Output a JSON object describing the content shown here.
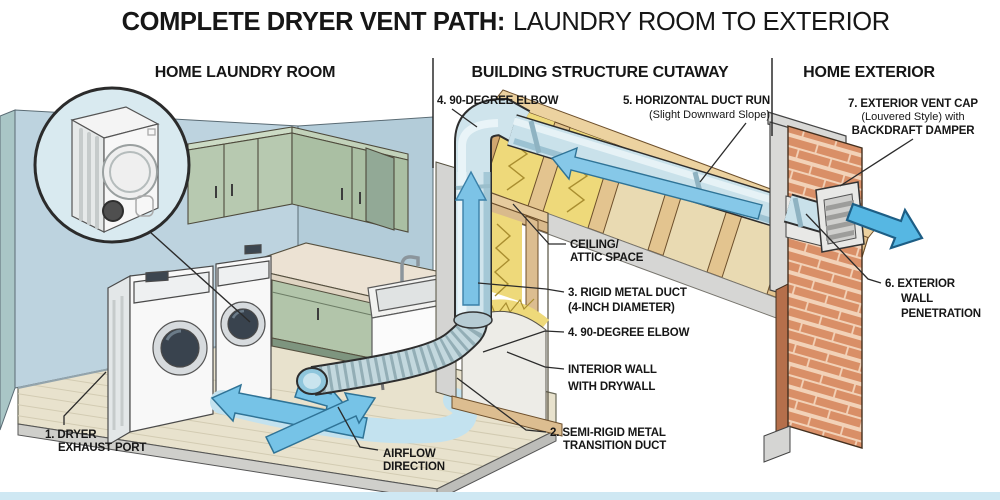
{
  "title": {
    "bold": "COMPLETE DRYER VENT PATH:",
    "regular": "LAUNDRY ROOM TO EXTERIOR"
  },
  "sections": {
    "laundry": "HOME LAUNDRY ROOM",
    "cutaway": "BUILDING STRUCTURE CUTAWAY",
    "exterior": "HOME EXTERIOR"
  },
  "labels": {
    "elbow_top": {
      "line1": "4. 90-DEGREE ELBOW"
    },
    "horizontal_run": {
      "line1": "5. HORIZONTAL DUCT RUN",
      "line2": "(Slight Downward Slope)"
    },
    "vent_cap": {
      "line1": "7. EXTERIOR VENT CAP",
      "line2": "(Louvered Style) with",
      "line3": "BACKDRAFT DAMPER"
    },
    "ceiling": {
      "line1": "CEILING/",
      "line2": "ATTIC SPACE"
    },
    "rigid_duct": {
      "line1": "3. RIGID METAL DUCT",
      "line2": "(4-INCH DIAMETER)"
    },
    "elbow_lower": {
      "line1": "4. 90-DEGREE ELBOW"
    },
    "interior_wall": {
      "line1": "INTERIOR WALL",
      "line2": "WITH DRYWALL"
    },
    "wall_penetration": {
      "line1": "6. EXTERIOR",
      "line2": "WALL",
      "line3": "PENETRATION"
    },
    "exhaust_port": {
      "line1": "1. DRYER",
      "line2": "EXHAUST PORT"
    },
    "airflow": {
      "line1": "AIRFLOW",
      "line2": "DIRECTION"
    },
    "transition_duct": {
      "line1": "2. SEMI-RIGID METAL",
      "line2": "TRANSITION DUCT"
    }
  },
  "colors": {
    "duct_blue": "#cfe4ec",
    "airflow_arrow_blue": "#76c3e7",
    "exit_arrow_blue": "#56b7e3",
    "brick_orange": "#d98f67",
    "insulation_yellow": "#eed97a",
    "cabinet_sage": "#b7c9b0",
    "wall_blue": "#bdd3df",
    "floor_wood": "#e8e2cd",
    "text_dark": "#161616"
  }
}
